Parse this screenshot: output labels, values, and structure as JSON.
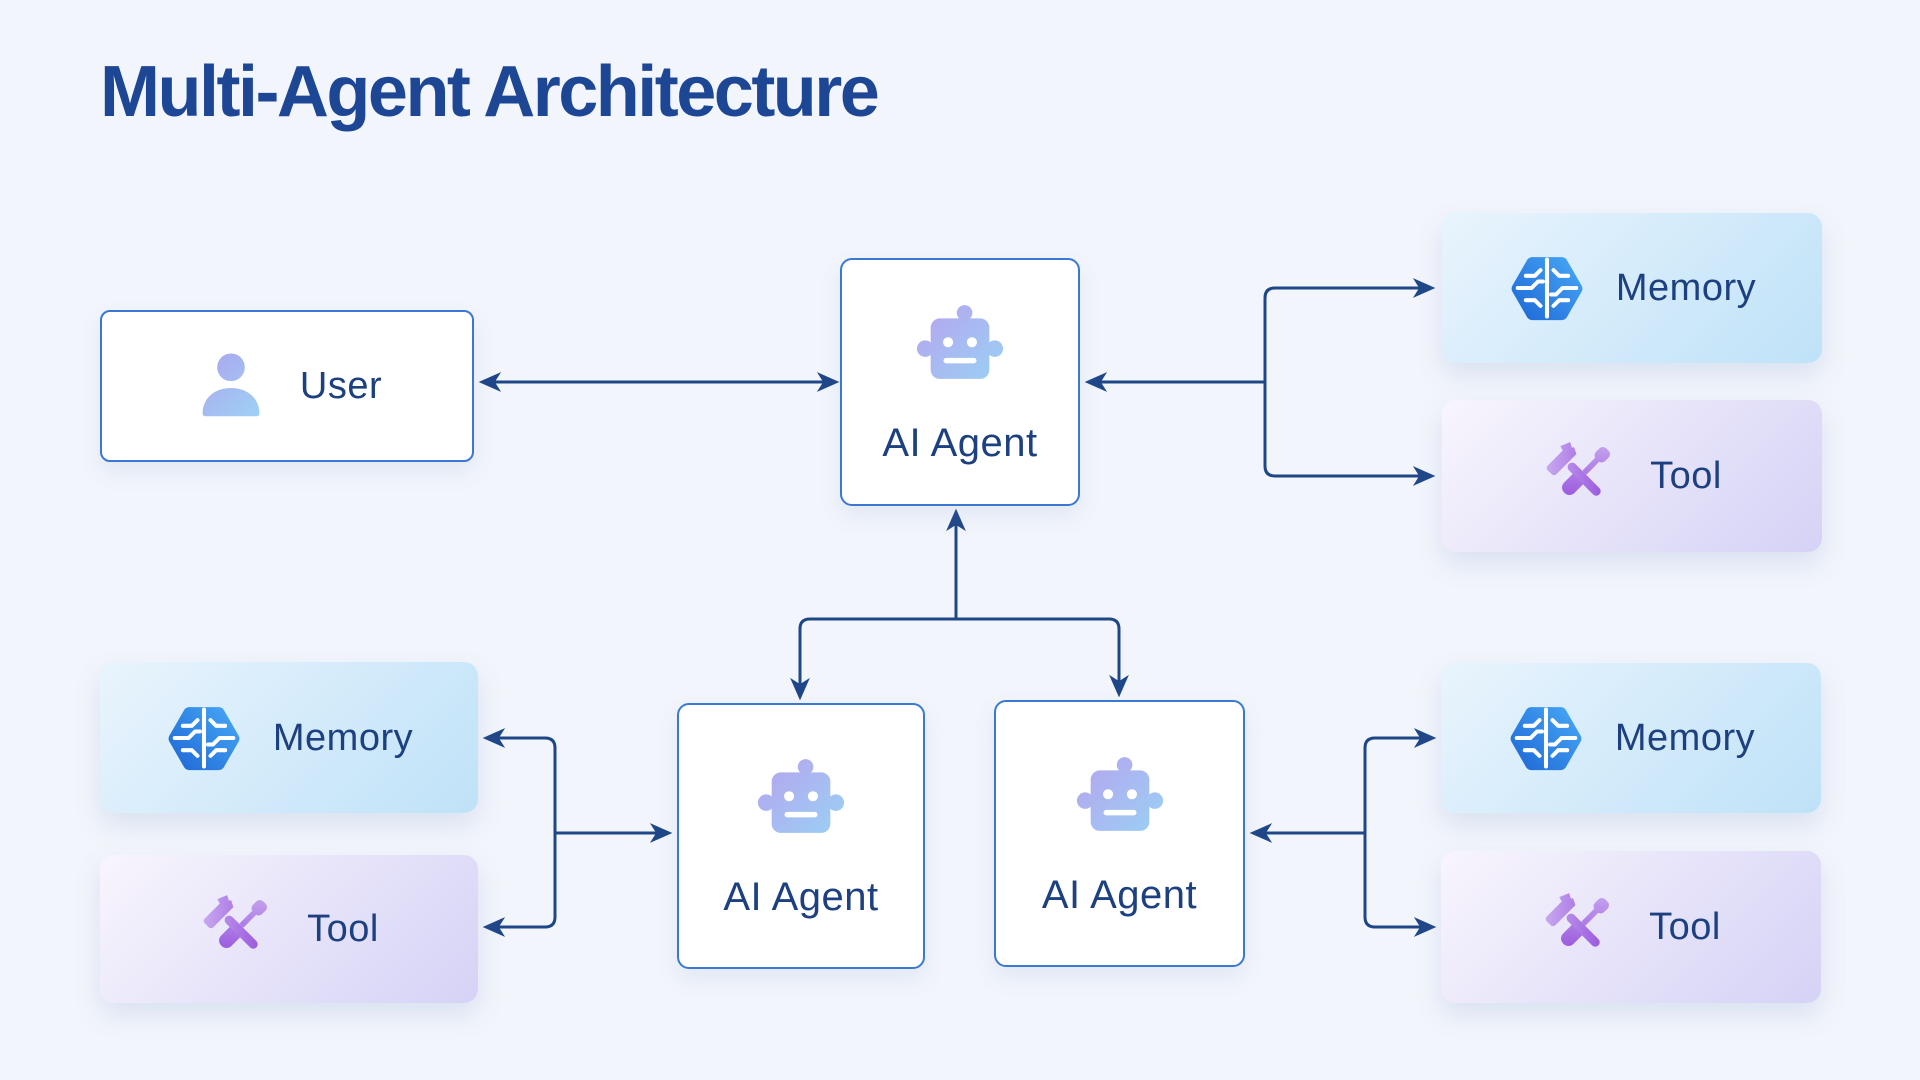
{
  "title": "Multi-Agent Architecture",
  "colors": {
    "background": "#f2f5fb",
    "title_text": "#1d4695",
    "label_text": "#1d4080",
    "connector": "#1f4788",
    "card_border": "#3a78d4",
    "card_background": "#ffffff",
    "memory_card_gradient_start": "#e9f4fd",
    "memory_card_gradient_end": "#bfe2f8",
    "tool_card_gradient_start": "#f8f5fd",
    "tool_card_gradient_end": "#d5d2f6",
    "robot_icon_gradient_start": "#b5a6ee",
    "robot_icon_gradient_end": "#9ad0f5",
    "user_icon_gradient_start": "#aba6ed",
    "user_icon_gradient_end": "#9ed2f6",
    "brain_icon_gradient_start": "#1e68d6",
    "brain_icon_gradient_end": "#47a7f5",
    "tools_icon_gradient_start": "#c9abf0",
    "tools_icon_gradient_end": "#8b3fd8"
  },
  "nodes": {
    "user": {
      "label": "User",
      "icon": "user-icon"
    },
    "main_agent": {
      "label": "AI Agent",
      "icon": "robot-icon"
    },
    "memory_top_right": {
      "label": "Memory",
      "icon": "brain-circuit-icon"
    },
    "tool_top_right": {
      "label": "Tool",
      "icon": "hammer-wrench-icon"
    },
    "memory_mid_left": {
      "label": "Memory",
      "icon": "brain-circuit-icon"
    },
    "tool_mid_left": {
      "label": "Tool",
      "icon": "hammer-wrench-icon"
    },
    "sub_agent_left": {
      "label": "AI Agent",
      "icon": "robot-icon"
    },
    "sub_agent_right": {
      "label": "AI Agent",
      "icon": "robot-icon"
    },
    "memory_bottom_right": {
      "label": "Memory",
      "icon": "brain-circuit-icon"
    },
    "tool_bottom_right": {
      "label": "Tool",
      "icon": "hammer-wrench-icon"
    }
  },
  "edges": [
    {
      "from": "user",
      "to": "main_agent",
      "arrow": "both"
    },
    {
      "from": "junction_top_right",
      "to": "main_agent",
      "arrow": "end"
    },
    {
      "from": "junction_top_right",
      "to": "memory_top_right",
      "arrow": "end"
    },
    {
      "from": "junction_top_right",
      "to": "tool_top_right",
      "arrow": "end"
    },
    {
      "from": "junction_bottom_center",
      "to": "main_agent",
      "arrow": "end"
    },
    {
      "from": "junction_bottom_center",
      "to": "sub_agent_left",
      "arrow": "end"
    },
    {
      "from": "junction_bottom_center",
      "to": "sub_agent_right",
      "arrow": "end"
    },
    {
      "from": "junction_bottom_left",
      "to": "memory_mid_left",
      "arrow": "end"
    },
    {
      "from": "junction_bottom_left",
      "to": "tool_mid_left",
      "arrow": "end"
    },
    {
      "from": "junction_bottom_left",
      "to": "sub_agent_left",
      "arrow": "end"
    },
    {
      "from": "junction_bottom_right",
      "to": "memory_bottom_right",
      "arrow": "end"
    },
    {
      "from": "junction_bottom_right",
      "to": "tool_bottom_right",
      "arrow": "end"
    },
    {
      "from": "junction_bottom_right",
      "to": "sub_agent_right",
      "arrow": "end"
    }
  ]
}
